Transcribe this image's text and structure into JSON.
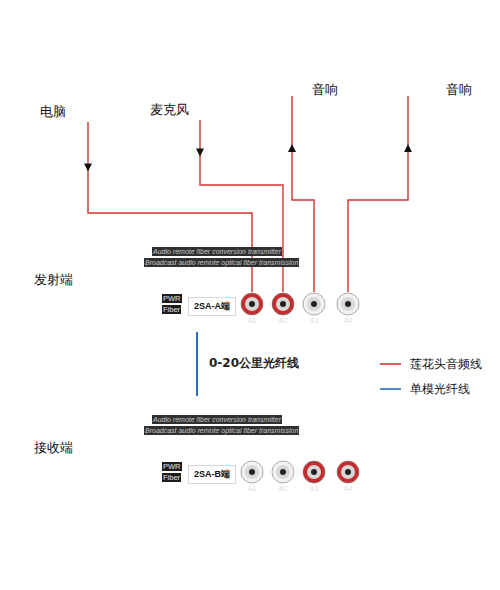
{
  "diagram": {
    "nodes": [
      {
        "text": [
          "电脑"
        ]
      },
      {
        "text": [
          "麦克风"
        ]
      },
      {
        "text": [
          "音响"
        ]
      },
      {
        "text": [
          "音响"
        ]
      },
      {
        "text": [
          "Audio remote fiber conversion transmitter",
          "Broadcast audio remote optical fiber transmission",
          "PWR",
          "Fiber"
        ]
      },
      {
        "text": [
          "2SA-A端"
        ],
        "in": 4
      },
      {
        "text": [
          "A1"
        ],
        "in": 4
      },
      {
        "text": [
          "A2"
        ],
        "in": 4
      },
      {
        "text": [
          "A3"
        ],
        "in": 4
      },
      {
        "text": [
          "A4"
        ],
        "in": 4
      },
      {
        "text": [
          "Audio remote fiber conversion transmitter",
          "Broadcast audio remote optical fiber transmission",
          "PWR",
          "Fiber"
        ]
      },
      {
        "text": [
          "2SA-B端"
        ],
        "in": 10
      },
      {
        "text": [
          "A1"
        ],
        "in": 10
      },
      {
        "text": [
          "A2"
        ],
        "in": 10
      },
      {
        "text": [
          "A3"
        ],
        "in": 10
      },
      {
        "text": [
          "A4"
        ],
        "in": 10
      }
    ],
    "edges": [
      {
        "from": 0,
        "to": 6,
        "arrow": "to"
      },
      {
        "from": 1,
        "to": 7,
        "arrow": "to"
      },
      {
        "from": 8,
        "to": 2,
        "arrow": "to"
      },
      {
        "from": 9,
        "to": 3,
        "arrow": "to"
      },
      {
        "from": 4,
        "to": 10,
        "label": "0-20公里光纤线",
        "arrow": "none"
      }
    ],
    "labels": [
      "发射端",
      "接收端"
    ],
    "legend": [
      {
        "text": "莲花头音频线"
      },
      {
        "text": "单模光纤线"
      }
    ]
  }
}
